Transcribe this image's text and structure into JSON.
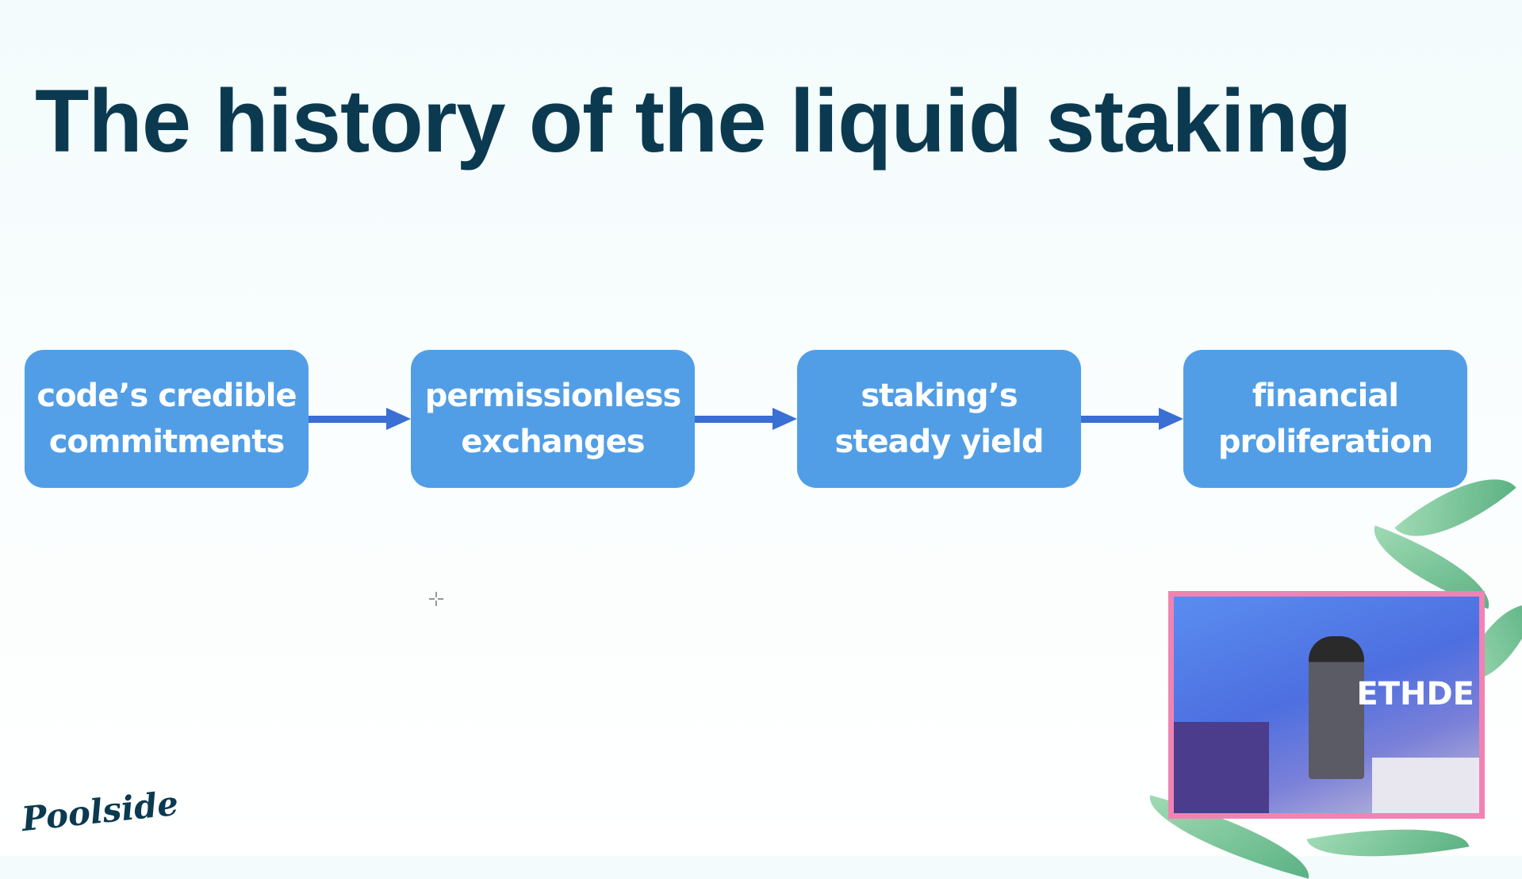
{
  "slide": {
    "title": "The history of the liquid staking",
    "steps": [
      {
        "line1": "code’s credible",
        "line2": "commitments"
      },
      {
        "line1": "permissionless",
        "line2": "exchanges"
      },
      {
        "line1": "staking’s",
        "line2": "steady yield"
      },
      {
        "line1": "financial",
        "line2": "proliferation"
      }
    ]
  },
  "branding": {
    "logo_text": "Poolside",
    "video_logo_text": "ETHDE"
  },
  "colors": {
    "box": "#519ee6",
    "arrow": "#3a6fd3",
    "title": "#0b3a50",
    "video_border": "#f083b4"
  }
}
